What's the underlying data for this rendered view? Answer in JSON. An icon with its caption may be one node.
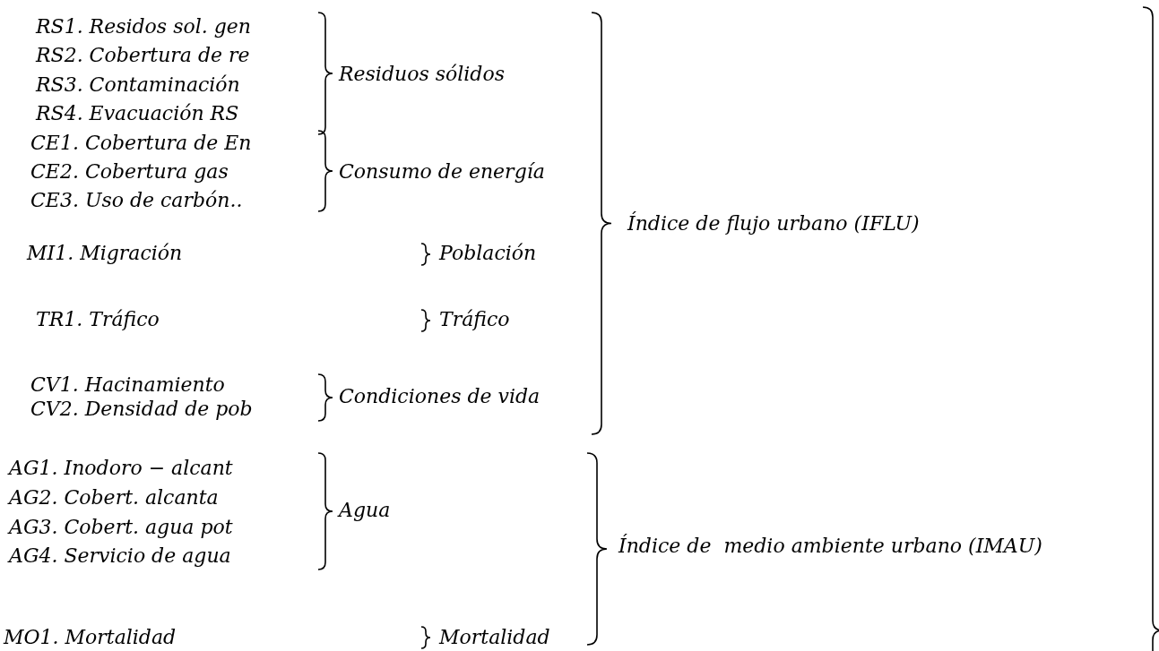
{
  "diagram": {
    "labels": [
      "RS1. Residos sol. gen",
      "RS2. Cobertura de re",
      "RS3. Contaminación",
      "RS4. Evacuación RS",
      "Residuos sólidos",
      "CE1. Cobertura de En",
      "CE2. Cobertura gas",
      "CE3. Uso de carbón..",
      "Consumo de energía",
      "Índice de flujo urbano (IFLU)",
      "MI1. Migración",
      "Población",
      "TR1. Tráfico",
      "Tráfico",
      "CV1. Hacinamiento",
      "CV2. Densidad de pob",
      "Condiciones de vida",
      "AG1. Inodoro − alcant",
      "AG2. Cobert. alcanta",
      "AG3. Cobert. agua pot",
      "AG4. Servicio de agua",
      "Agua",
      "Índice de  medio ambiente urbano (IMAU)",
      "MO1. Mortalidad",
      "Mortalidad"
    ]
  }
}
